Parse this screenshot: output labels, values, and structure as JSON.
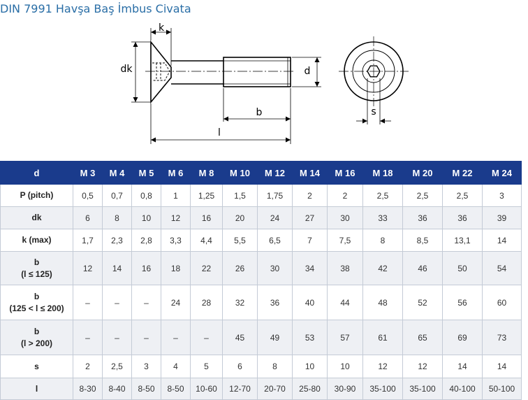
{
  "title": "DIN 7991 Havşa Baş İmbus Civata",
  "drawing": {
    "labels": {
      "k": "k",
      "dk": "dk",
      "d": "d",
      "b": "b",
      "l": "l",
      "s": "s"
    }
  },
  "table": {
    "header": [
      "d",
      "M 3",
      "M 4",
      "M 5",
      "M 6",
      "M 8",
      "M 10",
      "M 12",
      "M 14",
      "M 16",
      "M 18",
      "M 20",
      "M 22",
      "M 24"
    ],
    "rows": [
      {
        "label": [
          "P (pitch)"
        ],
        "values": [
          "0,5",
          "0,7",
          "0,8",
          "1",
          "1,25",
          "1,5",
          "1,75",
          "2",
          "2",
          "2,5",
          "2,5",
          "2,5",
          "3"
        ]
      },
      {
        "label": [
          "dk"
        ],
        "values": [
          "6",
          "8",
          "10",
          "12",
          "16",
          "20",
          "24",
          "27",
          "30",
          "33",
          "36",
          "36",
          "39"
        ]
      },
      {
        "label": [
          "k (max)"
        ],
        "values": [
          "1,7",
          "2,3",
          "2,8",
          "3,3",
          "4,4",
          "5,5",
          "6,5",
          "7",
          "7,5",
          "8",
          "8,5",
          "13,1",
          "14"
        ]
      },
      {
        "label": [
          "b",
          "(l ≤ 125)"
        ],
        "values": [
          "12",
          "14",
          "16",
          "18",
          "22",
          "26",
          "30",
          "34",
          "38",
          "42",
          "46",
          "50",
          "54"
        ]
      },
      {
        "label": [
          "b",
          "(125 < l ≤ 200)"
        ],
        "values": [
          "–",
          "–",
          "–",
          "24",
          "28",
          "32",
          "36",
          "40",
          "44",
          "48",
          "52",
          "56",
          "60"
        ]
      },
      {
        "label": [
          "b",
          "(l > 200)"
        ],
        "values": [
          "–",
          "–",
          "–",
          "–",
          "–",
          "45",
          "49",
          "53",
          "57",
          "61",
          "65",
          "69",
          "73"
        ]
      },
      {
        "label": [
          "s"
        ],
        "values": [
          "2",
          "2,5",
          "3",
          "4",
          "5",
          "6",
          "8",
          "10",
          "10",
          "12",
          "12",
          "14",
          "14"
        ]
      },
      {
        "label": [
          "l"
        ],
        "values": [
          "8-30",
          "8-40",
          "8-50",
          "8-50",
          "10-60",
          "12-70",
          "20-70",
          "25-80",
          "30-90",
          "35-100",
          "35-100",
          "40-100",
          "50-100"
        ]
      }
    ]
  }
}
